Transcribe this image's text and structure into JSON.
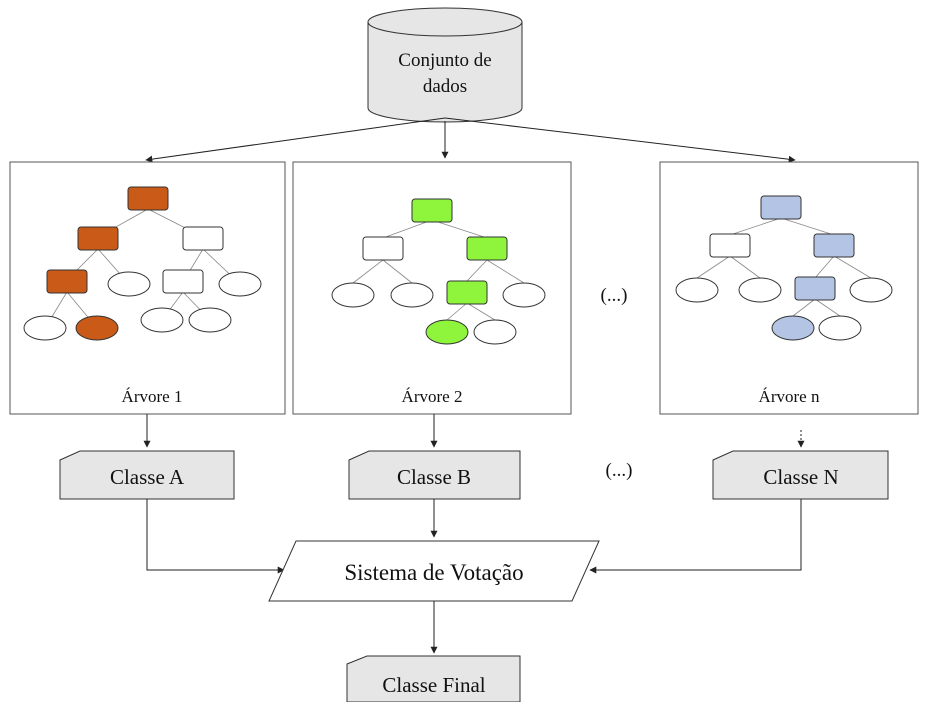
{
  "dataset": {
    "line1": "Conjunto de",
    "line2": "dados"
  },
  "trees": [
    {
      "label": "Árvore 1",
      "accent": "#c95a17"
    },
    {
      "label": "Árvore 2",
      "accent": "#8ef53c"
    },
    {
      "label": "Árvore n",
      "accent": "#b4c4e4"
    }
  ],
  "ellipsis": {
    "trees": "(...)",
    "classes": "(...)"
  },
  "classes": [
    {
      "label": "Classe A"
    },
    {
      "label": "Classe B"
    },
    {
      "label": "Classe N"
    }
  ],
  "voting": {
    "label": "Sistema de Votação"
  },
  "final": {
    "label": "Classe Final"
  },
  "colors": {
    "card_fill": "#e6e6e6",
    "stroke": "#333333",
    "node_fill": "#ffffff"
  }
}
